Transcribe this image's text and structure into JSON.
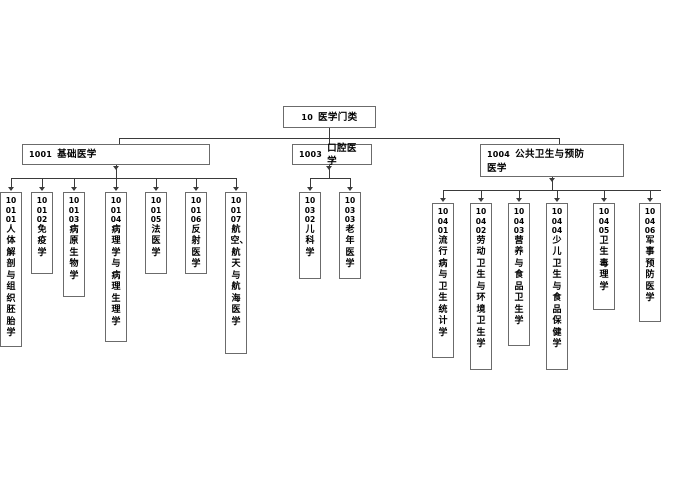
{
  "diagram": {
    "title": "10 医学门类",
    "type": "organization-tree",
    "root": {
      "code": "10",
      "label": "医学门类",
      "full": "10 医学门类"
    },
    "level2": [
      {
        "code": "1001",
        "label": "基础医学",
        "full": "1001  基础医学"
      },
      {
        "code": "1003",
        "label": "口腔医学",
        "full": "1003  口腔医学"
      },
      {
        "code": "1004",
        "label": "公共卫生与预防",
        "label2": "医学",
        "full": "1004  公共卫生与预防医学"
      }
    ],
    "branch_1001": [
      {
        "c1": "10",
        "c2": "01",
        "c3": "01",
        "text": "人体解剖与组织胚胎学"
      },
      {
        "c1": "10",
        "c2": "01",
        "c3": "02",
        "text": "免疫学"
      },
      {
        "c1": "10",
        "c2": "01",
        "c3": "03",
        "text": "病原生物学"
      },
      {
        "c1": "10",
        "c2": "01",
        "c3": "04",
        "text": "病理学与病理生理学"
      },
      {
        "c1": "10",
        "c2": "01",
        "c3": "05",
        "text": "法医学"
      },
      {
        "c1": "10",
        "c2": "01",
        "c3": "06",
        "text": "反射医学"
      },
      {
        "c1": "10",
        "c2": "01",
        "c3": "07",
        "text": "航空、航天与航海医学"
      }
    ],
    "branch_1003": [
      {
        "c1": "10",
        "c2": "03",
        "c3": "02",
        "text": "儿科学"
      },
      {
        "c1": "10",
        "c2": "03",
        "c3": "03",
        "text": "老年医学"
      }
    ],
    "branch_1004": [
      {
        "c1": "10",
        "c2": "04",
        "c3": "01",
        "text": "流行病与卫生统计学"
      },
      {
        "c1": "10",
        "c2": "04",
        "c3": "02",
        "text": "劳动卫生与环境卫生学"
      },
      {
        "c1": "10",
        "c2": "04",
        "c3": "03",
        "text": "营养与食品卫生学"
      },
      {
        "c1": "10",
        "c2": "04",
        "c3": "04",
        "text": "少儿卫生与食品保健学"
      },
      {
        "c1": "10",
        "c2": "04",
        "c3": "05",
        "text": "卫生毒理学"
      },
      {
        "c1": "10",
        "c2": "04",
        "c3": "06",
        "text": "军事预防医学"
      }
    ],
    "colors": {
      "border": "#6b6b6b",
      "line": "#3a3a3a",
      "text": "#000000",
      "background": "#ffffff"
    }
  }
}
